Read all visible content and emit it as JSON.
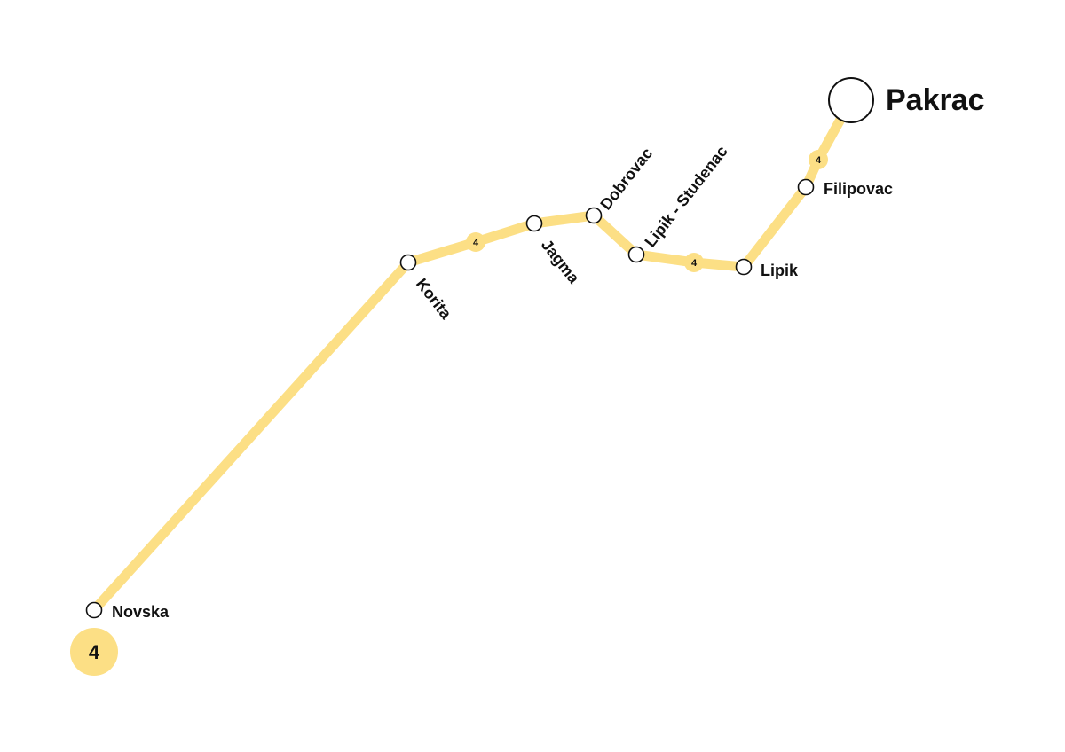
{
  "map": {
    "line": {
      "number": "4",
      "color": "#FCDF85"
    },
    "stations": [
      {
        "id": "novska",
        "name": "Novska"
      },
      {
        "id": "korita",
        "name": "Korita"
      },
      {
        "id": "jagma",
        "name": "Jagma"
      },
      {
        "id": "dobrovac",
        "name": "Dobrovac"
      },
      {
        "id": "lipik-studenac",
        "name": "Lipik - Studenac"
      },
      {
        "id": "lipik",
        "name": "Lipik"
      },
      {
        "id": "filipovac",
        "name": "Filipovac"
      },
      {
        "id": "pakrac",
        "name": "Pakrac"
      }
    ],
    "terminal": "Pakrac"
  }
}
